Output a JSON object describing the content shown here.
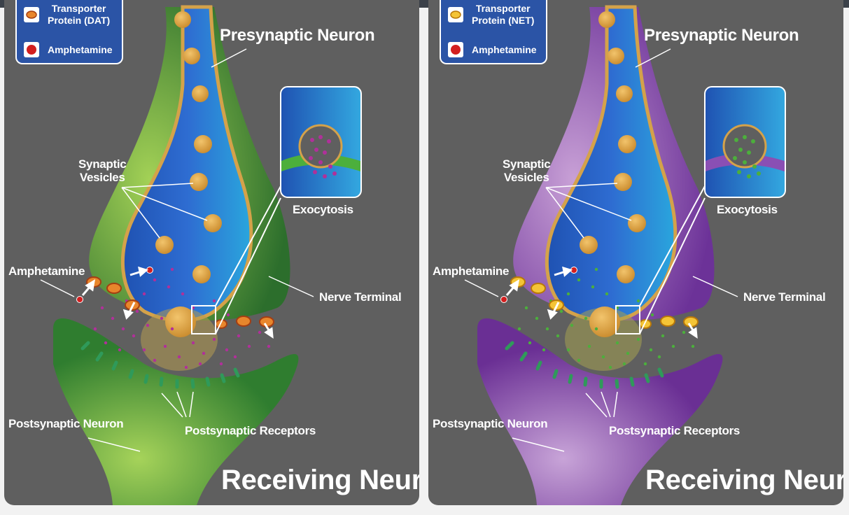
{
  "panels": [
    {
      "legend": {
        "transporter": "Transporter Protein (DAT)",
        "transporter_line1": "Transporter",
        "transporter_line2": "Protein (DAT)",
        "amphetamine": "Amphetamine"
      },
      "labels": {
        "presynaptic": "Presynaptic Neuron",
        "synaptic_vesicles_line1": "Synaptic",
        "synaptic_vesicles_line2": "Vesicles",
        "exocytosis": "Exocytosis",
        "amphetamine": "Amphetamine",
        "nerve_terminal": "Nerve Terminal",
        "postsynaptic_neuron": "Postsynaptic Neuron",
        "postsynaptic_receptors": "Postsynaptic Receptors",
        "receiving_neuron": "Receiving Neuron"
      },
      "colors": {
        "neuron_light": "#9ccc52",
        "neuron_dark": "#2e7a2e",
        "transporter": "#d9571e",
        "transporter_fill": "#e8862c",
        "neurotransmitter": "#b0309a",
        "amphetamine": "#d21f1f"
      }
    },
    {
      "legend": {
        "transporter": "Transporter Protein (NET)",
        "transporter_line1": "Transporter",
        "transporter_line2": "Protein (NET)",
        "amphetamine": "Amphetamine"
      },
      "labels": {
        "presynaptic": "Presynaptic Neuron",
        "synaptic_vesicles_line1": "Synaptic",
        "synaptic_vesicles_line2": "Vesicles",
        "exocytosis": "Exocytosis",
        "amphetamine": "Amphetamine",
        "nerve_terminal": "Nerve Terminal",
        "postsynaptic_neuron": "Postsynaptic Neuron",
        "postsynaptic_receptors": "Postsynaptic Receptors",
        "receiving_neuron": "Receiving Neuron"
      },
      "colors": {
        "neuron_light": "#c29ad4",
        "neuron_dark": "#6b3396",
        "transporter": "#e6a20e",
        "transporter_fill": "#f4c436",
        "neurotransmitter": "#4caf3c",
        "amphetamine": "#d21f1f"
      }
    }
  ]
}
